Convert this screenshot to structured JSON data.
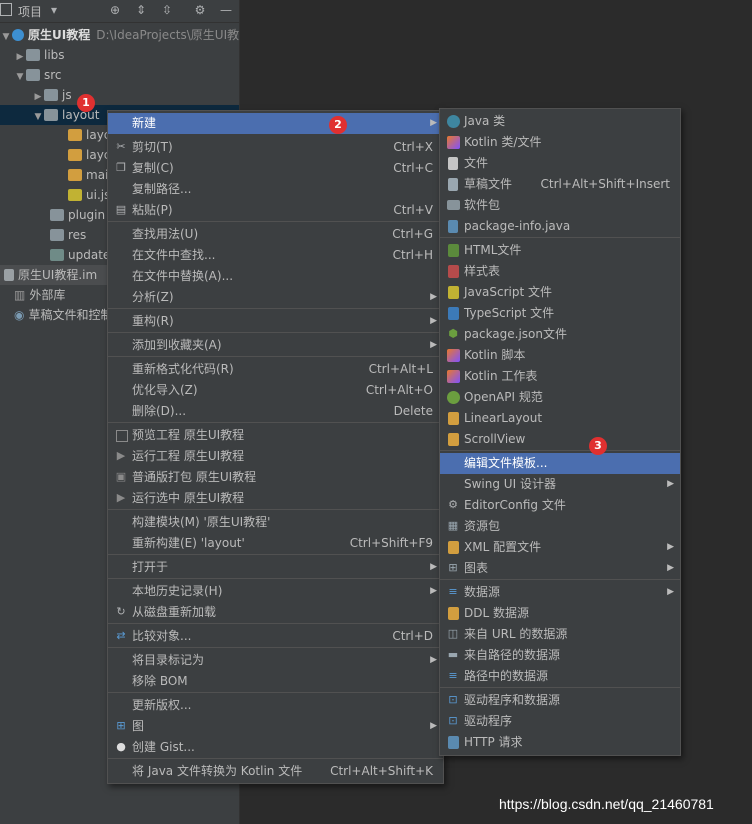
{
  "toolbar": {
    "title": "项目"
  },
  "tree": {
    "project_name": "原生UI教程",
    "project_path": "D:\\IdeaProjects\\原生UI教",
    "libs": "libs",
    "src": "src",
    "js": "js",
    "layout": "layout",
    "layout_file_1": "layc",
    "layout_file_2": "layc",
    "main_file": "mai",
    "ui_file": "ui.js",
    "plugin": "plugin",
    "res": "res",
    "update": "update",
    "iml_file": "原生UI教程.im",
    "external_libs": "外部库",
    "scratches": "草稿文件和控制"
  },
  "badges": {
    "b1": "1",
    "b2": "2",
    "b3": "3"
  },
  "context_menu": [
    {
      "label": "新建",
      "shortcut": ""
    },
    {
      "label": "剪切(T)",
      "shortcut": "Ctrl+X"
    },
    {
      "label": "复制(C)",
      "shortcut": "Ctrl+C"
    },
    {
      "label": "复制路径...",
      "shortcut": ""
    },
    {
      "label": "粘贴(P)",
      "shortcut": "Ctrl+V"
    },
    {
      "label": "查找用法(U)",
      "shortcut": "Ctrl+G"
    },
    {
      "label": "在文件中查找...",
      "shortcut": "Ctrl+H"
    },
    {
      "label": "在文件中替换(A)...",
      "shortcut": ""
    },
    {
      "label": "分析(Z)",
      "shortcut": ""
    },
    {
      "label": "重构(R)",
      "shortcut": ""
    },
    {
      "label": "添加到收藏夹(A)",
      "shortcut": ""
    },
    {
      "label": "重新格式化代码(R)",
      "shortcut": "Ctrl+Alt+L"
    },
    {
      "label": "优化导入(Z)",
      "shortcut": "Ctrl+Alt+O"
    },
    {
      "label": "删除(D)...",
      "shortcut": "Delete"
    },
    {
      "label": "预览工程 原生UI教程",
      "shortcut": ""
    },
    {
      "label": "运行工程 原生UI教程",
      "shortcut": ""
    },
    {
      "label": "普通版打包 原生UI教程",
      "shortcut": ""
    },
    {
      "label": "运行选中 原生UI教程",
      "shortcut": ""
    },
    {
      "label": "构建模块(M) '原生UI教程'",
      "shortcut": ""
    },
    {
      "label": "重新构建(E) 'layout'",
      "shortcut": "Ctrl+Shift+F9"
    },
    {
      "label": "打开于",
      "shortcut": ""
    },
    {
      "label": "本地历史记录(H)",
      "shortcut": ""
    },
    {
      "label": "从磁盘重新加载",
      "shortcut": ""
    },
    {
      "label": "比较对象...",
      "shortcut": "Ctrl+D"
    },
    {
      "label": "将目录标记为",
      "shortcut": ""
    },
    {
      "label": "移除 BOM",
      "shortcut": ""
    },
    {
      "label": "更新版权...",
      "shortcut": ""
    },
    {
      "label": "图",
      "shortcut": ""
    },
    {
      "label": "创建 Gist...",
      "shortcut": ""
    },
    {
      "label": "将 Java 文件转换为 Kotlin 文件",
      "shortcut": "Ctrl+Alt+Shift+K"
    }
  ],
  "sub_menu": [
    {
      "label": "Java 类",
      "shortcut": ""
    },
    {
      "label": "Kotlin 类/文件",
      "shortcut": ""
    },
    {
      "label": "文件",
      "shortcut": ""
    },
    {
      "label": "草稿文件",
      "shortcut": "Ctrl+Alt+Shift+Insert"
    },
    {
      "label": "软件包",
      "shortcut": ""
    },
    {
      "label": "package-info.java",
      "shortcut": ""
    },
    {
      "label": "HTML文件",
      "shortcut": ""
    },
    {
      "label": "样式表",
      "shortcut": ""
    },
    {
      "label": "JavaScript 文件",
      "shortcut": ""
    },
    {
      "label": "TypeScript 文件",
      "shortcut": ""
    },
    {
      "label": "package.json文件",
      "shortcut": ""
    },
    {
      "label": "Kotlin 脚本",
      "shortcut": ""
    },
    {
      "label": "Kotlin 工作表",
      "shortcut": ""
    },
    {
      "label": "OpenAPI 规范",
      "shortcut": ""
    },
    {
      "label": "LinearLayout",
      "shortcut": ""
    },
    {
      "label": "ScrollView",
      "shortcut": ""
    },
    {
      "label": "编辑文件模板...",
      "shortcut": ""
    },
    {
      "label": "Swing UI 设计器",
      "shortcut": ""
    },
    {
      "label": "EditorConfig 文件",
      "shortcut": ""
    },
    {
      "label": "资源包",
      "shortcut": ""
    },
    {
      "label": "XML 配置文件",
      "shortcut": ""
    },
    {
      "label": "图表",
      "shortcut": ""
    },
    {
      "label": "数据源",
      "shortcut": ""
    },
    {
      "label": "DDL 数据源",
      "shortcut": ""
    },
    {
      "label": "来自 URL 的数据源",
      "shortcut": ""
    },
    {
      "label": "来自路径的数据源",
      "shortcut": ""
    },
    {
      "label": "路径中的数据源",
      "shortcut": ""
    },
    {
      "label": "驱动程序和数据源",
      "shortcut": ""
    },
    {
      "label": "驱动程序",
      "shortcut": ""
    },
    {
      "label": "HTTP 请求",
      "shortcut": ""
    }
  ],
  "watermark": "https://blog.csdn.net/qq_21460781",
  "colors": {
    "accent": "#4b6eaf",
    "badge": "#e03030",
    "panel": "#3c3f41"
  }
}
